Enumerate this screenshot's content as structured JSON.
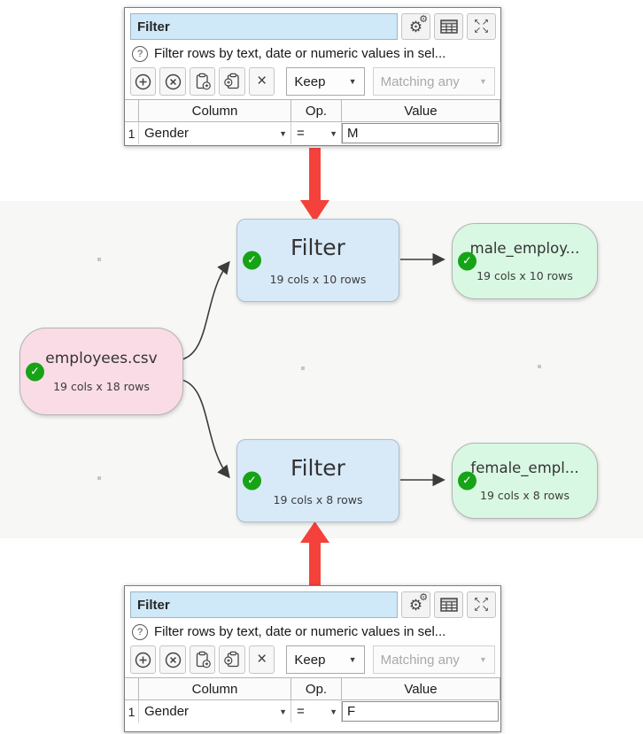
{
  "icons": {
    "check": "✓",
    "caret": "▼",
    "help": "?",
    "delete_x": "×",
    "gear": "⚙",
    "expand": [
      "↖",
      "↗",
      "↙",
      "↘"
    ]
  },
  "colors": {
    "node_input": "#fadce6",
    "node_transform": "#d8e9f8",
    "node_output": "#d9f8e3",
    "check_green": "#16a316",
    "red_arrow": "#f5413b",
    "edge": "#3c3c3c",
    "title_field": "#cfe9f8"
  },
  "panels": {
    "top": {
      "title": "Filter",
      "help_text": "Filter rows by text, date or numeric values in sel...",
      "toolbar": {
        "keep": "Keep",
        "matching": "Matching any"
      },
      "table": {
        "headers": {
          "column": "Column",
          "op": "Op.",
          "value": "Value"
        },
        "row": {
          "index": "1",
          "column": "Gender",
          "op": "=",
          "value": "M"
        }
      }
    },
    "bottom": {
      "title": "Filter",
      "help_text": "Filter rows by text, date or numeric values in sel...",
      "toolbar": {
        "keep": "Keep",
        "matching": "Matching any"
      },
      "table": {
        "headers": {
          "column": "Column",
          "op": "Op.",
          "value": "Value"
        },
        "row": {
          "index": "1",
          "column": "Gender",
          "op": "=",
          "value": "F"
        }
      }
    }
  },
  "graph": {
    "nodes": {
      "source": {
        "title": "employees.csv",
        "subtitle": "19 cols x 18 rows"
      },
      "filter_top": {
        "title": "Filter",
        "subtitle": "19 cols x 10 rows"
      },
      "male_output": {
        "title": "male_employ...",
        "subtitle": "19 cols x 10 rows"
      },
      "filter_bottom": {
        "title": "Filter",
        "subtitle": "19 cols x 8 rows"
      },
      "female_output": {
        "title": "female_empl...",
        "subtitle": "19 cols x 8 rows"
      }
    }
  }
}
